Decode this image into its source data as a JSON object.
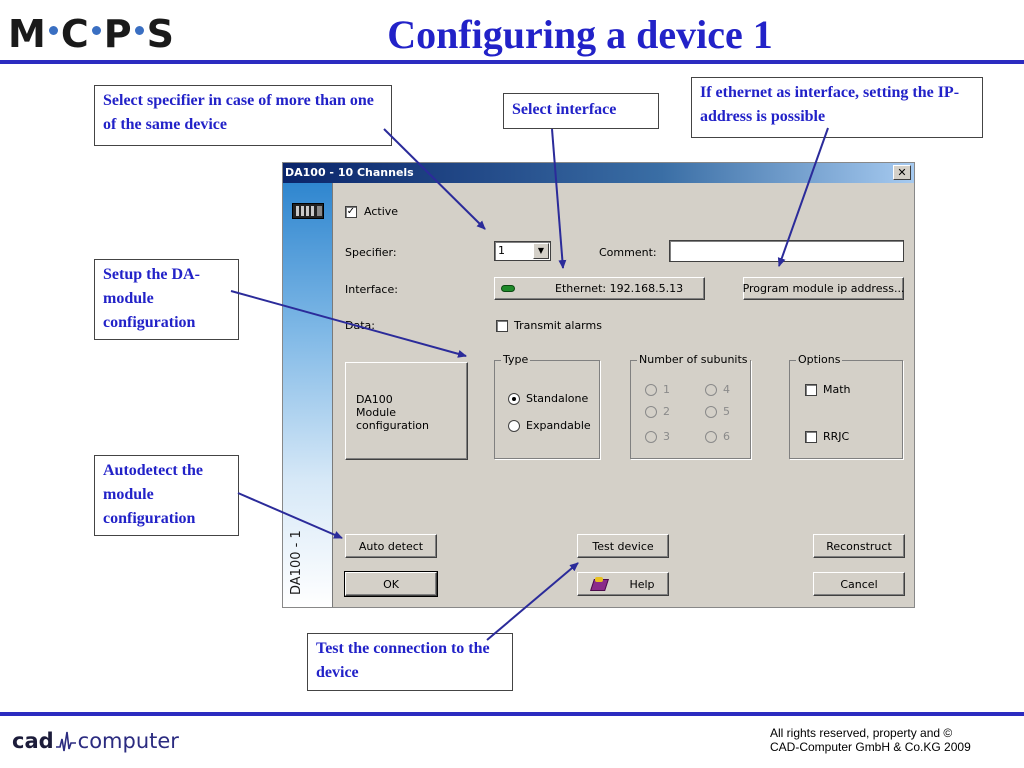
{
  "header": {
    "logo_letters": [
      "M",
      "C",
      "P",
      "S"
    ],
    "title": "Configuring a device 1"
  },
  "callouts": {
    "specifier": "Select specifier in case of more than one of the same device",
    "interface": "Select interface",
    "ethernet": "If ethernet as interface, setting the IP-address is possible",
    "setup": "Setup the DA-module configuration",
    "autodetect": "Autodetect the module configuration",
    "test": "Test the connection to the device"
  },
  "dialog": {
    "title": "DA100 - 10 Channels",
    "close_glyph": "✕",
    "side_label": "DA100 - 1",
    "active_label": "Active",
    "active_checked": true,
    "specifier_label": "Specifier:",
    "specifier_value": "1",
    "comment_label": "Comment:",
    "comment_value": "",
    "interface_label": "Interface:",
    "interface_button": "Ethernet: 192.168.5.13",
    "program_ip_button": "Program module ip address...",
    "data_label": "Data:",
    "transmit_alarms_label": "Transmit alarms",
    "transmit_alarms_checked": false,
    "module_config_button": [
      "DA100",
      "Module configuration"
    ],
    "type_group": {
      "label": "Type",
      "options": [
        "Standalone",
        "Expandable"
      ],
      "selected": "Standalone"
    },
    "subunits_group": {
      "label": "Number of subunits",
      "options": [
        "1",
        "2",
        "3",
        "4",
        "5",
        "6"
      ],
      "enabled": false
    },
    "options_group": {
      "label": "Options",
      "math_label": "Math",
      "rrjc_label": "RRJC"
    },
    "auto_detect_button": "Auto detect",
    "test_device_button": "Test device",
    "reconstruct_button": "Reconstruct",
    "ok_button": "OK",
    "help_button": "Help",
    "cancel_button": "Cancel"
  },
  "footer": {
    "cad_bold": "cad",
    "cad_rest": "computer",
    "copyright_line1": "All rights reserved, property and ©",
    "copyright_line2": "CAD-Computer GmbH & Co.KG 2009"
  },
  "colors": {
    "accent_blue": "#2222c8",
    "rule_blue": "#2b2bc0",
    "dialog_face": "#d4d0c8",
    "titlebar": "#0a246a"
  },
  "icons": [
    "device-rack-icon",
    "ethernet-status-icon",
    "help-book-icon",
    "close-icon",
    "chevron-down-icon",
    "cad-wave-icon"
  ]
}
